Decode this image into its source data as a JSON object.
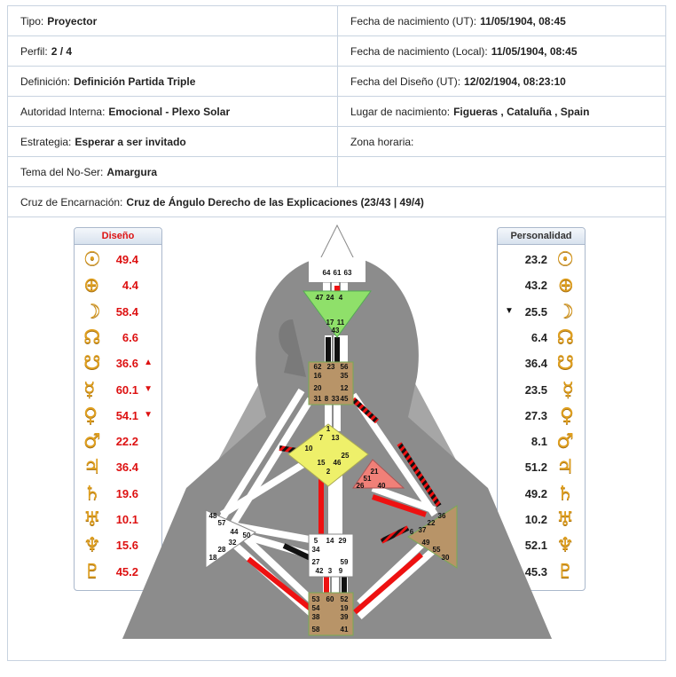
{
  "info": {
    "tipo_label": "Tipo:",
    "tipo_value": "Proyector",
    "fecha_ut_label": "Fecha de nacimiento (UT):",
    "fecha_ut_value": "11/05/1904, 08:45",
    "perfil_label": "Perfil:",
    "perfil_value": "2 / 4",
    "fecha_local_label": "Fecha de nacimiento (Local):",
    "fecha_local_value": "11/05/1904, 08:45",
    "definicion_label": "Definición:",
    "definicion_value": "Definición Partida Triple",
    "fecha_diseno_label": "Fecha del Diseño (UT):",
    "fecha_diseno_value": "12/02/1904, 08:23:10",
    "autoridad_label": "Autoridad Interna:",
    "autoridad_value": "Emocional - Plexo Solar",
    "lugar_label": "Lugar de nacimiento:",
    "lugar_value": "Figueras , Cataluña , Spain",
    "estrategia_label": "Estrategia:",
    "estrategia_value": "Esperar a ser invitado",
    "zona_label": "Zona horaria:",
    "tema_label": "Tema del No-Ser:",
    "tema_value": "Amargura",
    "cruz_label": "Cruz de Encarnación:",
    "cruz_value": "Cruz de Ángulo Derecho de  las Explicaciones (23/43 | 49/4)"
  },
  "design": {
    "title": "Diseño",
    "color": "#dd1111",
    "rows": [
      {
        "icon": "sun-icon",
        "glyph": "☉",
        "value": "49.4",
        "mark": ""
      },
      {
        "icon": "earth-icon",
        "glyph": "⊕",
        "value": "4.4",
        "mark": ""
      },
      {
        "icon": "moon-icon",
        "glyph": "☽",
        "value": "58.4",
        "mark": ""
      },
      {
        "icon": "north-node-icon",
        "glyph": "☊",
        "value": "6.6",
        "mark": ""
      },
      {
        "icon": "south-node-icon",
        "glyph": "☋",
        "value": "36.6",
        "mark": "▲"
      },
      {
        "icon": "mercury-icon",
        "glyph": "☿",
        "value": "60.1",
        "mark": "▼"
      },
      {
        "icon": "venus-icon",
        "glyph": "♀",
        "value": "54.1",
        "mark": "▼"
      },
      {
        "icon": "mars-icon",
        "glyph": "♂",
        "value": "22.2",
        "mark": ""
      },
      {
        "icon": "jupiter-icon",
        "glyph": "♃",
        "value": "36.4",
        "mark": ""
      },
      {
        "icon": "saturn-icon",
        "glyph": "♄",
        "value": "19.6",
        "mark": ""
      },
      {
        "icon": "uranus-icon",
        "glyph": "♅",
        "value": "10.1",
        "mark": ""
      },
      {
        "icon": "neptune-icon",
        "glyph": "♆",
        "value": "15.6",
        "mark": ""
      },
      {
        "icon": "pluto-icon",
        "glyph": "♇",
        "value": "45.2",
        "mark": ""
      }
    ]
  },
  "personality": {
    "title": "Personalidad",
    "color": "#222222",
    "rows": [
      {
        "icon": "sun-icon",
        "glyph": "☉",
        "value": "23.2",
        "mark": ""
      },
      {
        "icon": "earth-icon",
        "glyph": "⊕",
        "value": "43.2",
        "mark": ""
      },
      {
        "icon": "moon-icon",
        "glyph": "☽",
        "value": "25.5",
        "mark": "▼"
      },
      {
        "icon": "north-node-icon",
        "glyph": "☊",
        "value": "6.4",
        "mark": ""
      },
      {
        "icon": "south-node-icon",
        "glyph": "☋",
        "value": "36.4",
        "mark": ""
      },
      {
        "icon": "mercury-icon",
        "glyph": "☿",
        "value": "23.5",
        "mark": ""
      },
      {
        "icon": "venus-icon",
        "glyph": "♀",
        "value": "27.3",
        "mark": ""
      },
      {
        "icon": "mars-icon",
        "glyph": "♂",
        "value": "8.1",
        "mark": ""
      },
      {
        "icon": "jupiter-icon",
        "glyph": "♃",
        "value": "51.2",
        "mark": ""
      },
      {
        "icon": "saturn-icon",
        "glyph": "♄",
        "value": "49.2",
        "mark": ""
      },
      {
        "icon": "uranus-icon",
        "glyph": "♅",
        "value": "10.2",
        "mark": ""
      },
      {
        "icon": "neptune-icon",
        "glyph": "♆",
        "value": "52.1",
        "mark": ""
      },
      {
        "icon": "pluto-icon",
        "glyph": "♇",
        "value": "45.3",
        "mark": ""
      }
    ]
  },
  "bodygraph": {
    "head_gates": [
      "64",
      "61",
      "63"
    ],
    "ajna_gates": [
      "47",
      "24",
      "4",
      "17",
      "11",
      "43"
    ],
    "throat_gates": [
      "62",
      "23",
      "56",
      "16",
      "35",
      "20",
      "12",
      "31",
      "8",
      "33",
      "45"
    ],
    "g_gates": [
      "1",
      "7",
      "13",
      "10",
      "25",
      "15",
      "46",
      "2"
    ],
    "ego_gates": [
      "21",
      "51",
      "26",
      "40"
    ],
    "spleen_gates": [
      "48",
      "57",
      "44",
      "50",
      "32",
      "28",
      "18"
    ],
    "sacral_gates": [
      "5",
      "14",
      "29",
      "34",
      "27",
      "59",
      "42",
      "3",
      "9"
    ],
    "solar_gates": [
      "36",
      "22",
      "6",
      "37",
      "49",
      "55",
      "30"
    ],
    "root_gates": [
      "53",
      "60",
      "52",
      "54",
      "19",
      "38",
      "39",
      "58",
      "41"
    ],
    "colors": {
      "defined_red": "#e11",
      "defined_black": "#111",
      "ajna": "#8fe06a",
      "g_center": "#eef06a",
      "ego": "#f08078",
      "motor": "#b89468",
      "head": "#ffffff",
      "bg_silhouette": "#8c8c8c"
    }
  }
}
